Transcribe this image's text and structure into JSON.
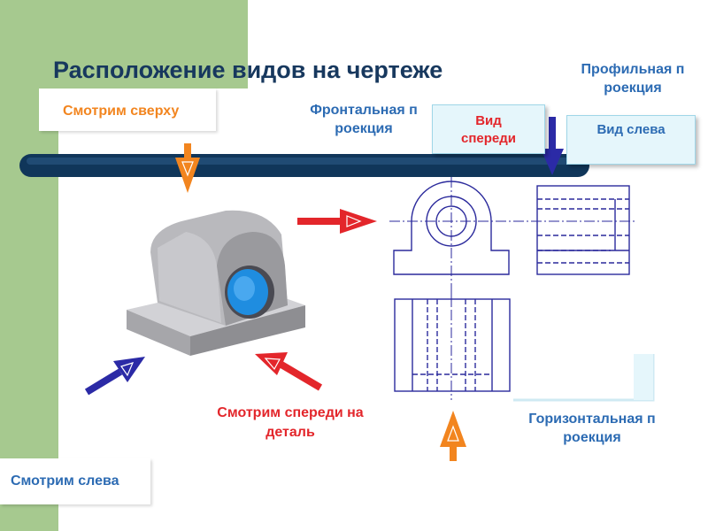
{
  "title": "Расположение видов на чертеже",
  "labels": {
    "look_top": "Смотрим сверху",
    "look_front": "Смотрим спереди на деталь",
    "look_left": "Смотрим слева",
    "frontal_projection": "Фронтальная проекция",
    "profile_projection": "Профильная проекция",
    "horizontal_projection": "Горизонтальная проекция",
    "view_front": "Вид спереди",
    "view_left": "Вид слева"
  },
  "colors": {
    "background_green": "#a6c98f",
    "title": "#17385e",
    "orange": "#f2851f",
    "red": "#e3262b",
    "blue": "#2c6bb3",
    "drawing_lines": "#2b2a9c",
    "bar": "#10365a",
    "part_gray": "#b9b9bd",
    "part_hole": "#1f8de0"
  }
}
